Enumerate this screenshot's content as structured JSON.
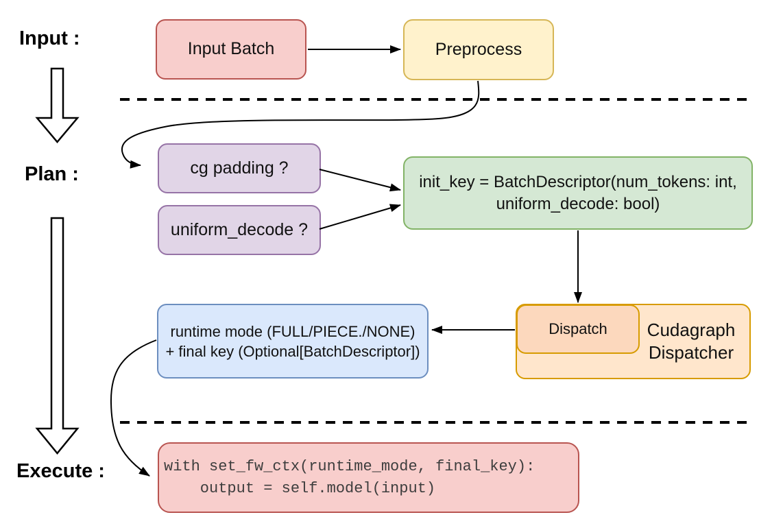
{
  "sections": {
    "input_label": "Input :",
    "plan_label": "Plan :",
    "execute_label": "Execute :"
  },
  "nodes": {
    "input_batch": {
      "label": "Input Batch"
    },
    "preprocess": {
      "label": "Preprocess"
    },
    "cg_padding": {
      "label": "cg padding ?"
    },
    "uniform_decode": {
      "label": "uniform_decode ?"
    },
    "init_key": {
      "line1": "init_key = BatchDescriptor(num_tokens: int,",
      "line2": "uniform_decode: bool)"
    },
    "runtime_mode": {
      "line1": "runtime mode (FULL/PIECE./NONE)",
      "line2": "+ final key (Optional[BatchDescriptor])"
    },
    "dispatch": {
      "label": "Dispatch"
    },
    "cudagraph_dispatcher": {
      "line1": "Cudagraph",
      "line2": "Dispatcher"
    },
    "execute_code": {
      "line1": "with set_fw_ctx(runtime_mode, final_key):",
      "line2": "    output = self.model(input)"
    }
  },
  "colors": {
    "red_fill": "#f8cecc",
    "red_stroke": "#b85450",
    "yellow_fill": "#fff2cc",
    "yellow_stroke": "#d6b656",
    "purple_fill": "#e1d5e7",
    "purple_stroke": "#9673a6",
    "green_fill": "#d5e8d4",
    "green_stroke": "#82b366",
    "blue_fill": "#dae8fc",
    "blue_stroke": "#6c8ebf",
    "orange_light_fill": "#ffe6cc",
    "orange_dark_fill": "#fcd8bd",
    "orange_stroke": "#d79b00",
    "connector": "#000000"
  }
}
